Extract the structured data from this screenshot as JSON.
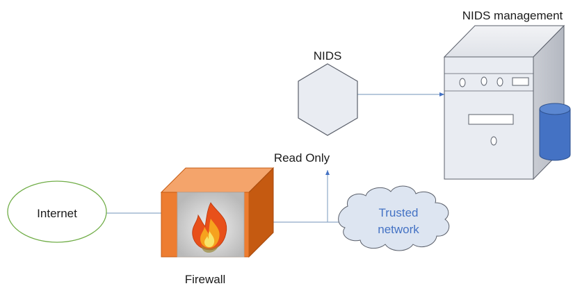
{
  "nodes": {
    "internet": {
      "label": "Internet"
    },
    "firewall": {
      "label": "Firewall"
    },
    "nids": {
      "label": "NIDS"
    },
    "nids_management": {
      "label": "NIDS management"
    },
    "trusted_network": {
      "label_line1": "Trusted",
      "label_line2": "network"
    }
  },
  "edges": {
    "read_only": {
      "label": "Read Only"
    }
  },
  "colors": {
    "internet_border": "#70ad47",
    "firewall_front": "#ed7d31",
    "firewall_top": "#f4a46b",
    "firewall_side": "#c55a11",
    "line": "#8ea9c8",
    "arrow": "#4472c4",
    "cloud_fill": "#dde5f1",
    "cloud_text": "#4472c4",
    "server_fill": "#e9ecf2",
    "server_stroke": "#5a5f6a",
    "cylinder_fill": "#4472c4"
  }
}
